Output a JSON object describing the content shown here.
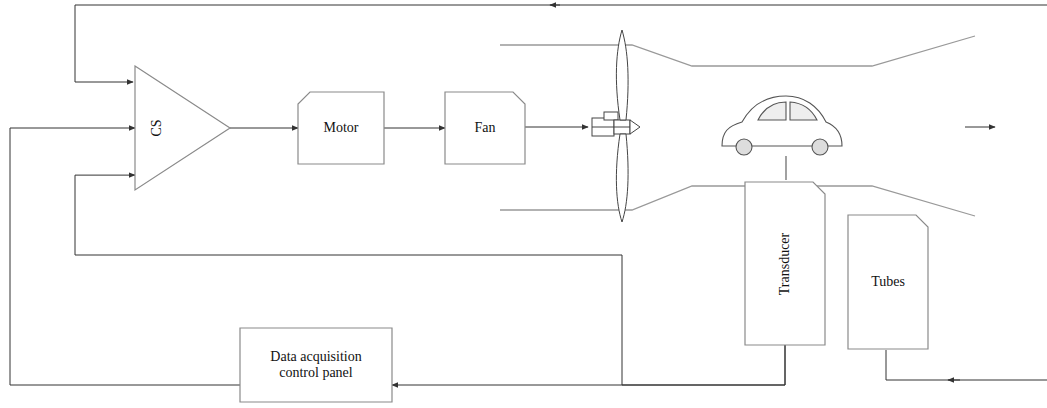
{
  "diagram": {
    "nodes": [
      {
        "text": [
          "CS"
        ]
      },
      {
        "text": [
          "Motor"
        ]
      },
      {
        "text": [
          "Fan"
        ]
      },
      {
        "text": [
          "Transducer"
        ]
      },
      {
        "text": [
          "Tubes"
        ]
      },
      {
        "text": [
          "Data acquisition control panel"
        ]
      }
    ],
    "edges": [
      {
        "from": 0,
        "to": 1,
        "arrow": "to"
      },
      {
        "from": 1,
        "to": 2,
        "arrow": "to"
      },
      {
        "from": 3,
        "to": 5,
        "arrow": "to"
      },
      {
        "from": 3,
        "to": 0,
        "arrow": "to"
      },
      {
        "from": 5,
        "to": 0,
        "arrow": "to"
      }
    ]
  }
}
